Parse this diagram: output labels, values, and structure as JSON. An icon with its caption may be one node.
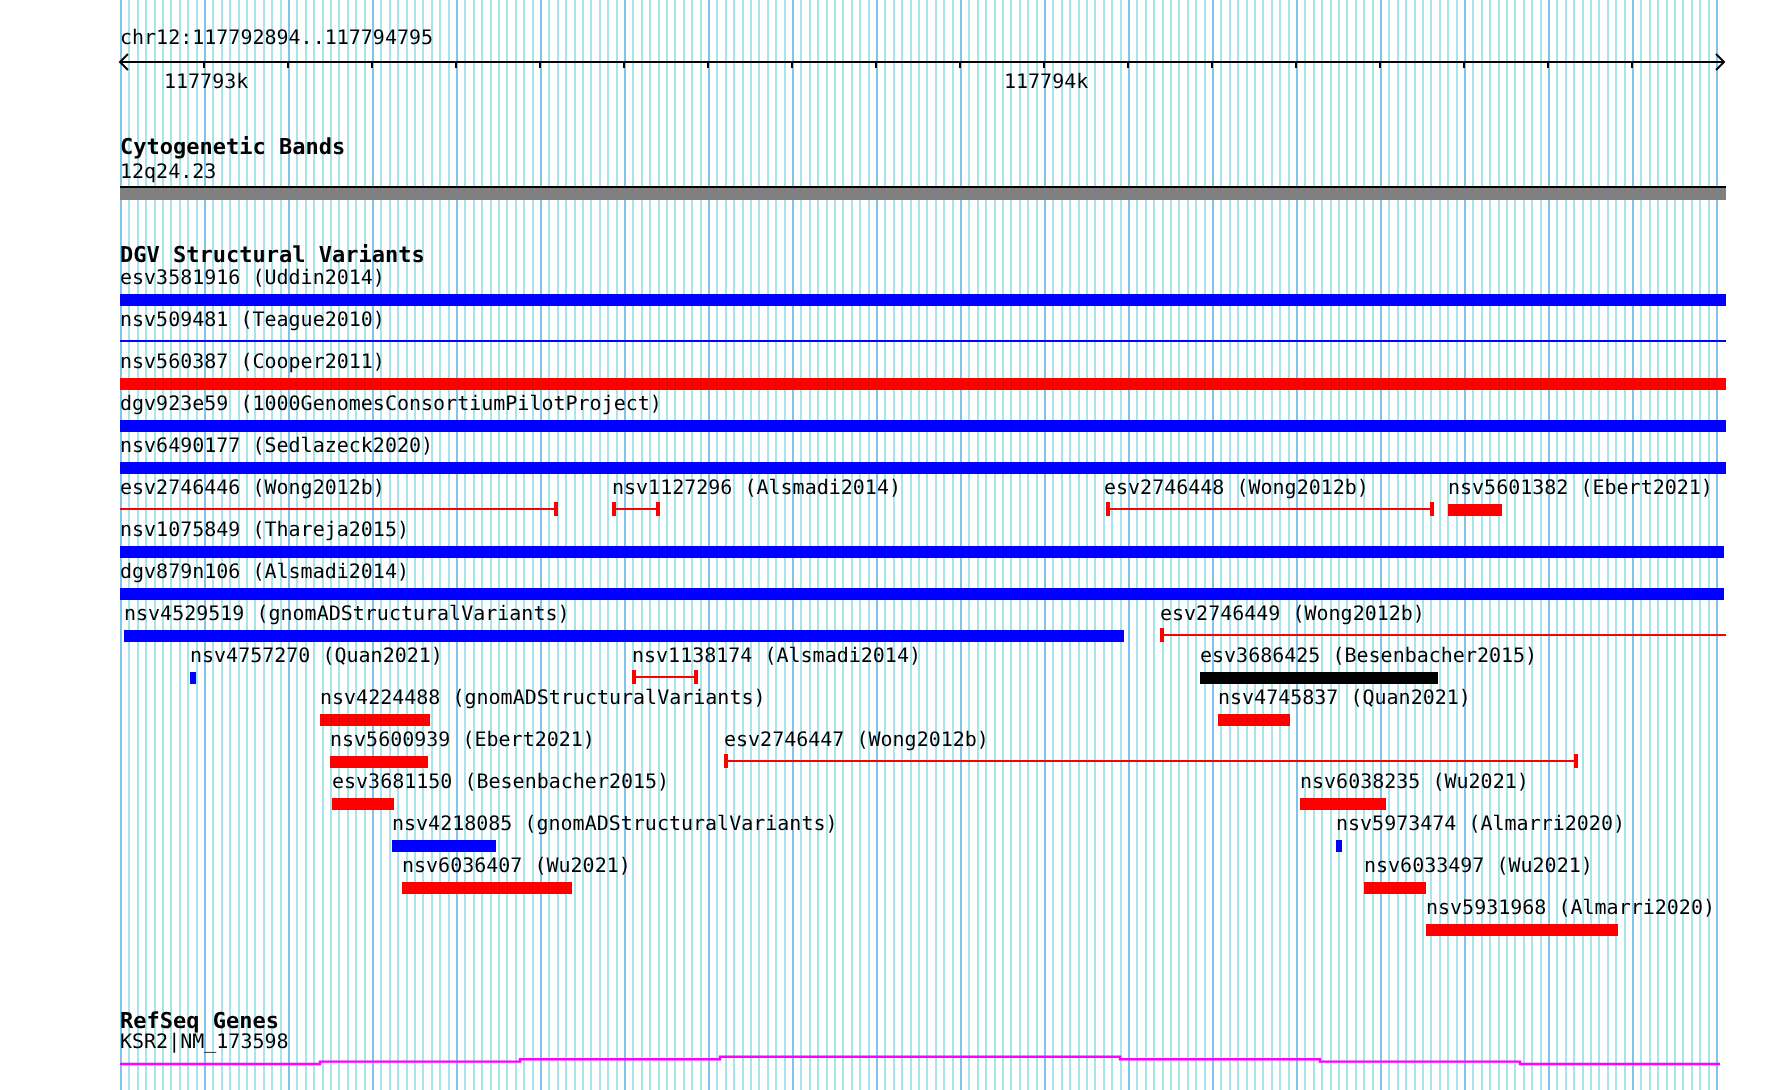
{
  "diagram": {
    "title": "chr12:117792894..117794795",
    "nodes": [
      {
        "text": [
          "12q24.23"
        ]
      },
      {
        "text": [
          "esv3581916 (Uddin2014)"
        ]
      },
      {
        "text": [
          "nsv509481 (Teague2010)"
        ]
      },
      {
        "text": [
          "nsv560387 (Cooper2011)"
        ]
      },
      {
        "text": [
          "dgv923e59 (1000GenomesConsortiumPilotProject)"
        ]
      },
      {
        "text": [
          "nsv6490177 (Sedlazeck2020)"
        ]
      },
      {
        "text": [
          "esv2746446 (Wong2012b)"
        ]
      },
      {
        "text": [
          "nsv1127296 (Alsmadi2014)"
        ]
      },
      {
        "text": [
          "esv2746448 (Wong2012b)"
        ]
      },
      {
        "text": [
          "nsv5601382 (Ebert2021)"
        ]
      },
      {
        "text": [
          "nsv1075849 (Thareja2015)"
        ]
      },
      {
        "text": [
          "dgv879n106 (Alsmadi2014)"
        ]
      },
      {
        "text": [
          "nsv4529519 (gnomADStructuralVariants)"
        ]
      },
      {
        "text": [
          "esv2746449 (Wong2012b)"
        ]
      },
      {
        "text": [
          "nsv4757270 (Quan2021)"
        ]
      },
      {
        "text": [
          "nsv1138174 (Alsmadi2014)"
        ]
      },
      {
        "text": [
          "esv3686425 (Besenbacher2015)"
        ]
      },
      {
        "text": [
          "nsv4224488 (gnomADStructuralVariants)"
        ]
      },
      {
        "text": [
          "nsv4745837 (Quan2021)"
        ]
      },
      {
        "text": [
          "nsv5600939 (Ebert2021)"
        ]
      },
      {
        "text": [
          "esv2746447 (Wong2012b)"
        ]
      },
      {
        "text": [
          "esv3681150 (Besenbacher2015)"
        ]
      },
      {
        "text": [
          "nsv6038235 (Wu2021)"
        ]
      },
      {
        "text": [
          "nsv4218085 (gnomADStructuralVariants)"
        ]
      },
      {
        "text": [
          "nsv5973474 (Almarri2020)"
        ]
      },
      {
        "text": [
          "nsv6036407 (Wu2021)"
        ]
      },
      {
        "text": [
          "nsv6033497 (Wu2021)"
        ]
      },
      {
        "text": [
          "nsv5931968 (Almarri2020)"
        ]
      },
      {
        "text": [
          "KSR2|NM_173598"
        ]
      }
    ],
    "labels": [
      "117793k",
      "117794k",
      "Cytogenetic Bands",
      "DGV Structural Variants",
      "RefSeq Genes"
    ]
  }
}
